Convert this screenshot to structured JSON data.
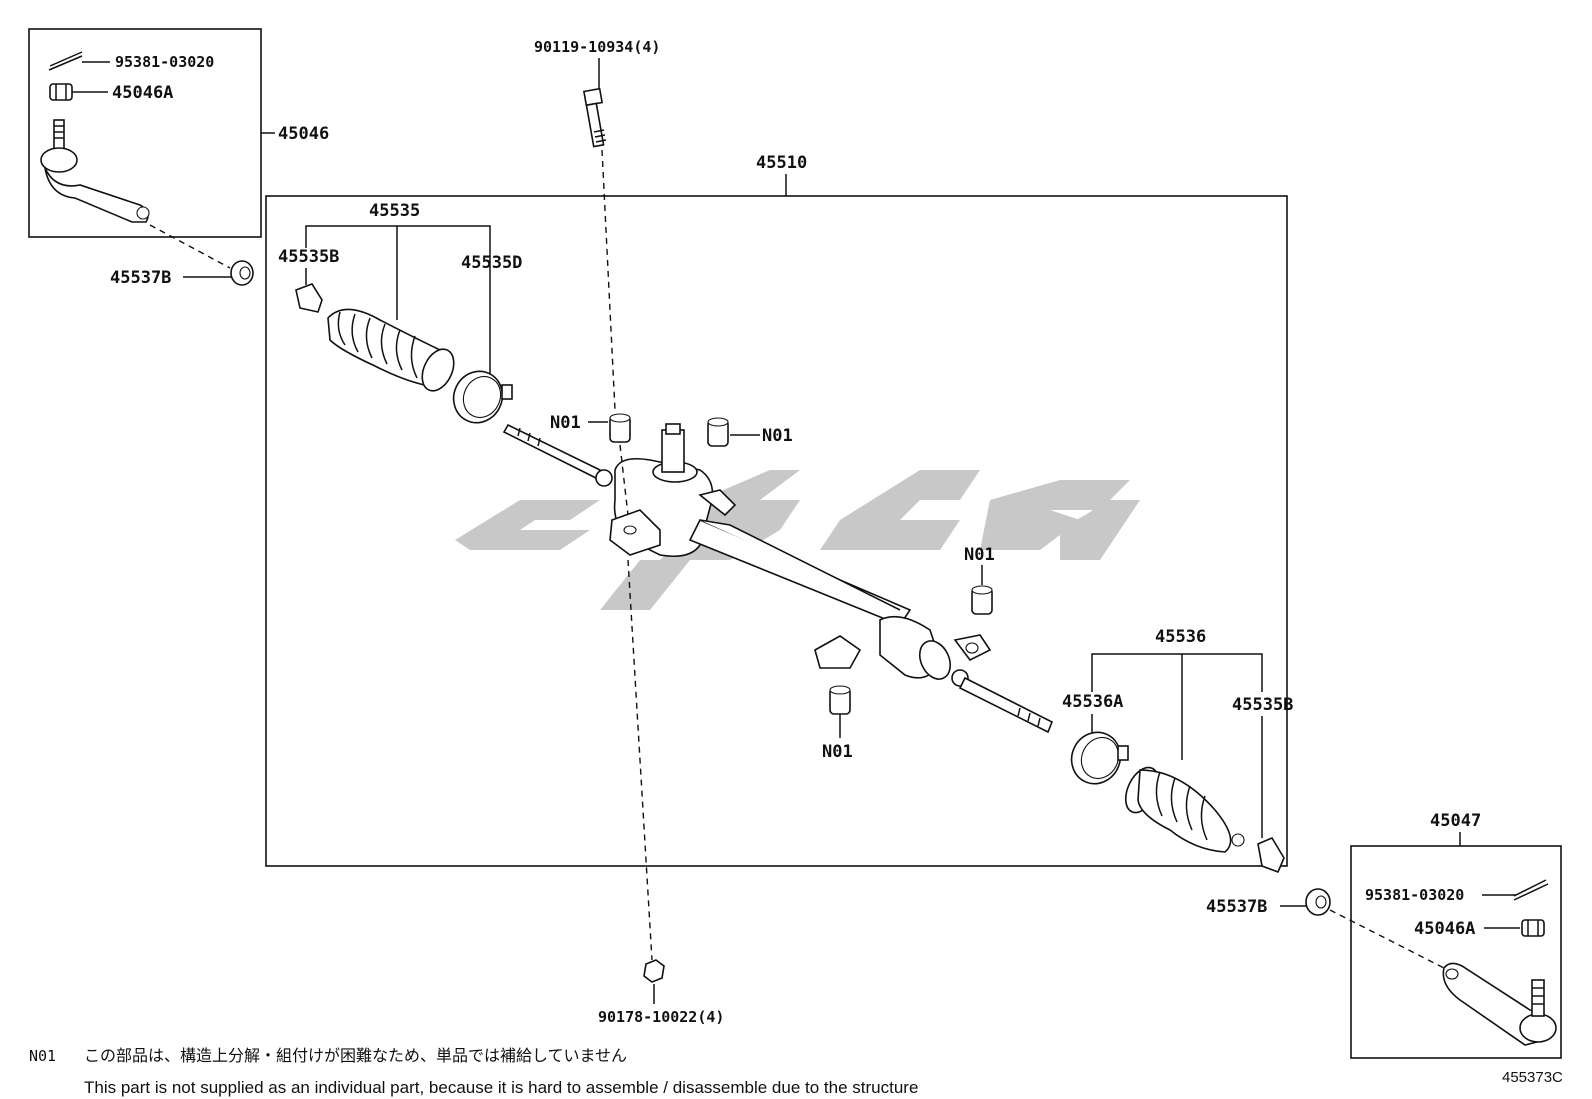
{
  "diagram": {
    "labels": {
      "p95381_tl": "95381-03020",
      "p45046A_tl": "45046A",
      "p45046": "45046",
      "p45537B_l": "45537B",
      "p90119": "90119-10934(4)",
      "p45510": "45510",
      "p45535": "45535",
      "p45535B_l": "45535B",
      "p45535D": "45535D",
      "n01_a": "N01",
      "n01_b": "N01",
      "n01_c": "N01",
      "n01_d": "N01",
      "p45536": "45536",
      "p45536A": "45536A",
      "p45535B_r": "45535B",
      "p45047": "45047",
      "p95381_br": "95381-03020",
      "p45046A_br": "45046A",
      "p45537B_r": "45537B",
      "p90178": "90178-10022(4)"
    },
    "note": {
      "code": "N01",
      "japanese": "この部品は、構造上分解・組付けが困難なため、単品では補給していません",
      "english": "This part is not supplied as an individual part, because it is hard to assemble / disassemble due to the structure"
    },
    "illustration_id": "455373C",
    "colors": {
      "line": "#111111",
      "background": "#ffffff",
      "watermark": "#c8c8c8"
    }
  }
}
